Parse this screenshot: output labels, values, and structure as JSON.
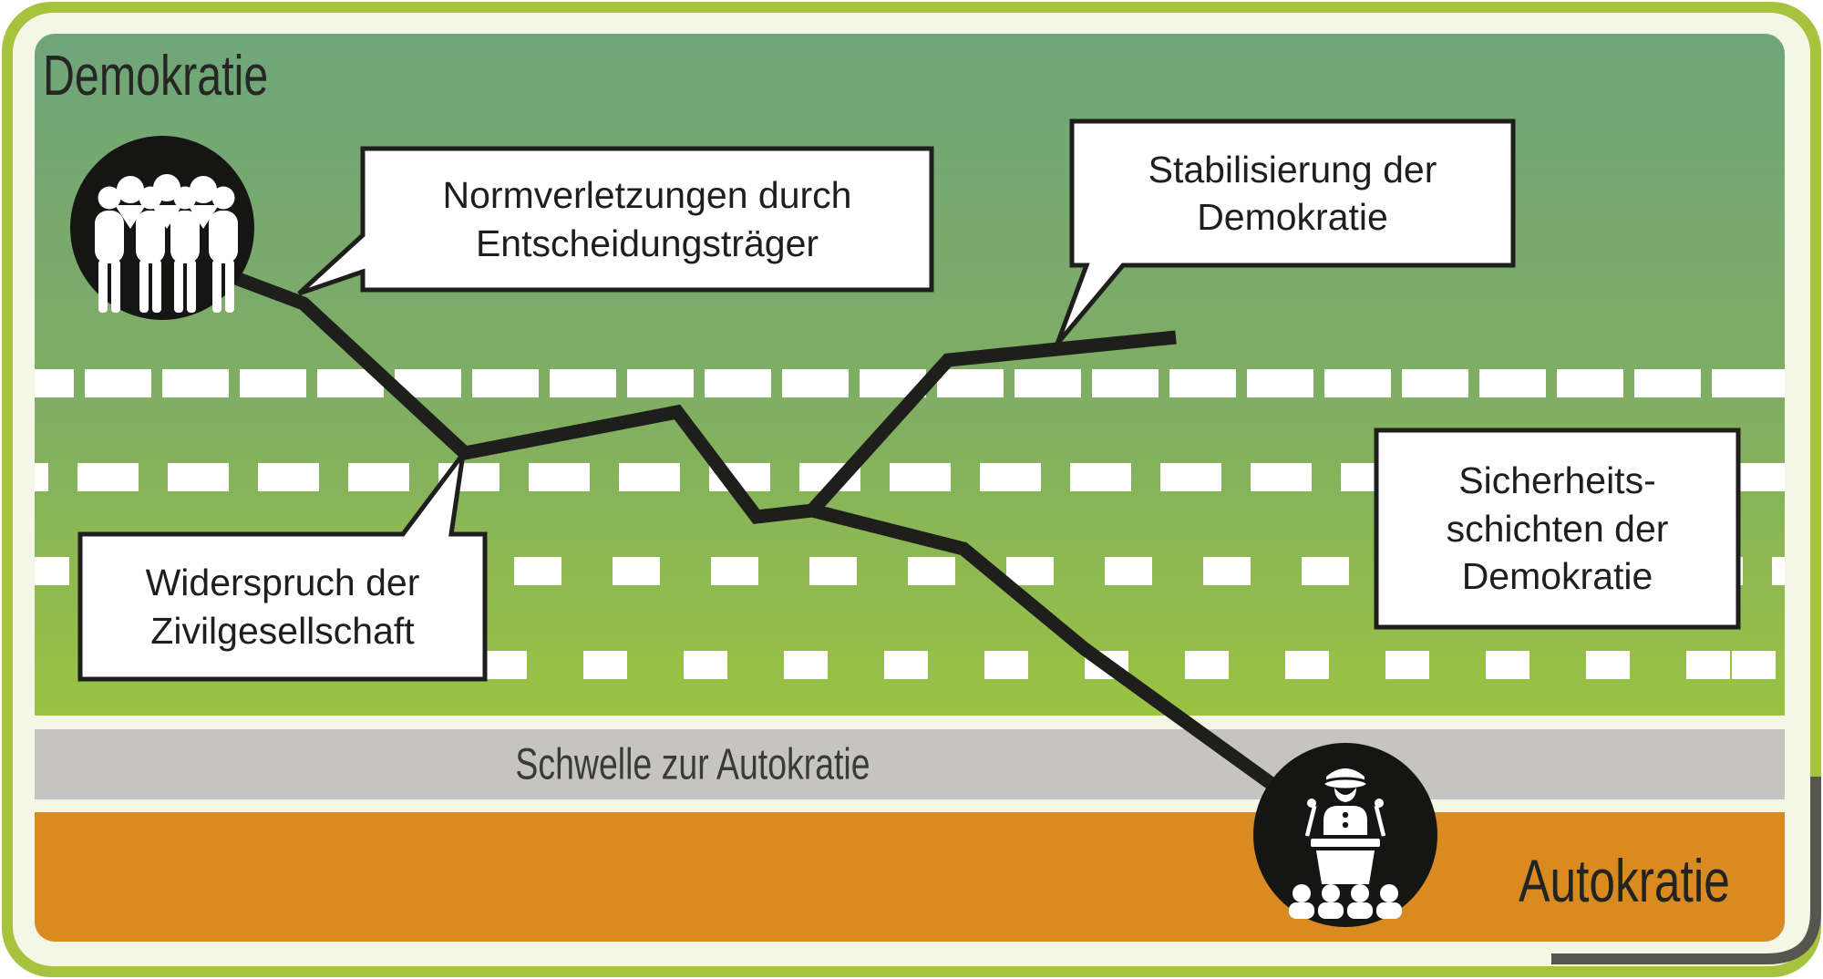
{
  "zones": {
    "democracy_label": "Demokratie",
    "autocracy_label": "Autokratie",
    "threshold_label": "Schwelle zur Autokratie"
  },
  "callouts": {
    "norm_violations": {
      "line1": "Normverletzungen durch",
      "line2": "Entscheidungsträger"
    },
    "stabilization": {
      "line1": "Stabilisierung der",
      "line2": "Demokratie"
    },
    "civil_society": {
      "line1": "Widerspruch der",
      "line2": "Zivilgesellschaft"
    },
    "security_layers": {
      "line1": "Sicherheits-",
      "line2": "schichten der",
      "line3": "Demokratie"
    }
  },
  "icons": {
    "crowd": "crowd-of-citizens-icon",
    "autocrat": "autocrat-at-podium-icon"
  },
  "colors": {
    "frame_green": "#a5c33c",
    "panel_cream": "#f4f6e6",
    "democracy_gradient_top": "#6fa57a",
    "democracy_gradient_bottom": "#9ac342",
    "threshold_gray": "#c5c4c3",
    "autocracy_orange": "#d98a20",
    "line_black": "#1e1e1c",
    "callout_white": "#ffffff",
    "dash_white": "#ffffff"
  }
}
